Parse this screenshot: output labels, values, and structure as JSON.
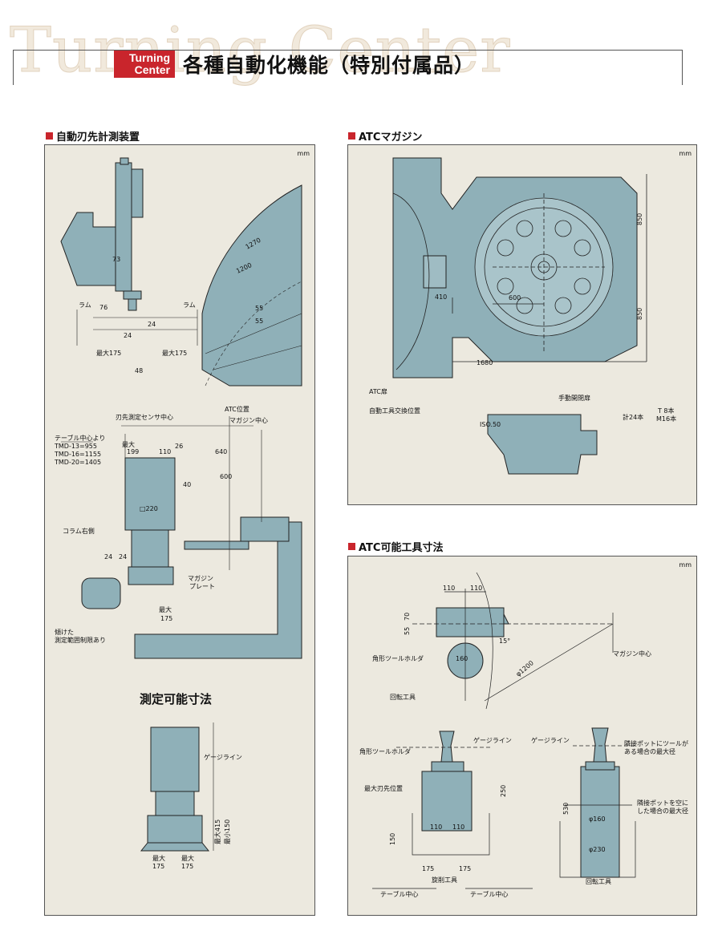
{
  "header": {
    "watermark": "Turning Center",
    "badge_line1": "Turning",
    "badge_line2": "Center",
    "title": "各種自動化機能（特別付属品）"
  },
  "colors": {
    "accent": "#c9252c",
    "machine": "#8fb0b8",
    "panel": "#ece9df"
  },
  "sections": {
    "probe": {
      "title": "自動刃先計測装置",
      "unit": "mm",
      "labels": {
        "ram_left": "ラム",
        "ram_right": "ラム",
        "d73": "73",
        "d76": "76",
        "d24a": "24",
        "d24b": "24",
        "max175a": "最大175",
        "max175b": "最大175",
        "d48": "48",
        "d55a": "55",
        "d55b": "55",
        "r1270": "1270",
        "r1200": "1200",
        "blade_center": "刃先測定センサ中心",
        "atc_pos": "ATC位置",
        "magazine_center": "マガジン中心",
        "from_table": "テーブル中心より",
        "tmd13": "TMD-13=955",
        "tmd16": "TMD-16=1155",
        "tmd20": "TMD-20=1405",
        "max": "最大",
        "d199": "199",
        "d110": "110",
        "d26": "26",
        "d640": "640",
        "d40": "40",
        "d600": "600",
        "sq220": "□220",
        "column_right": "コラム右側",
        "d24c": "24",
        "d24d": "24",
        "magazine_plate1": "マガジン",
        "magazine_plate2": "プレート",
        "max_b": "最大",
        "d175": "175",
        "tilt1": "傾けた",
        "tilt2": "測定範囲制限あり",
        "measurable": "測定可能寸法",
        "gauge_line": "ゲージライン",
        "max415": "最大415",
        "min150": "最小150",
        "max_c": "最大",
        "max_d": "最大",
        "d175b": "175",
        "d175c": "175"
      }
    },
    "atc_magazine": {
      "title": "ATCマガジン",
      "unit": "mm",
      "labels": {
        "d850a": "850",
        "d850b": "850",
        "d410": "410",
        "d600": "600",
        "d1680": "1680",
        "atc_door": "ATC扉",
        "manual_door": "手動開閉扉",
        "auto_exchange": "自動工具交換位置",
        "total24": "計24本",
        "t8": "T 8本",
        "m16": "M16本",
        "iso50": "ISO.50"
      }
    },
    "atc_tool": {
      "title": "ATC可能工具寸法",
      "unit": "mm",
      "labels": {
        "d110a": "110",
        "d110b": "110",
        "d70": "70",
        "d55": "55",
        "deg15": "15°",
        "d160": "160",
        "phi1200": "φ1200",
        "square_holder": "角形ツールホルダ",
        "magazine_center": "マガジン中心",
        "rotating_tool": "回転工具",
        "square_holder2": "角形ツールホルダ",
        "gauge_line1": "ゲージライン",
        "gauge_line2": "ゲージライン",
        "adjacent1": "隣接ポットにツールが",
        "adjacent2": "ある場合の最大径",
        "max_tip": "最大刃先位置",
        "d250": "250",
        "d110c": "110",
        "d110d": "110",
        "d150": "150",
        "d175a": "175",
        "d175b": "175",
        "turning_tool": "旋削工具",
        "table_center1": "テーブル中心",
        "table_center2": "テーブル中心",
        "d530": "530",
        "phi160": "φ160",
        "phi230": "φ230",
        "empty1": "隣接ポットを空に",
        "empty2": "した場合の最大径",
        "rotating_tool2": "回転工具"
      }
    }
  }
}
